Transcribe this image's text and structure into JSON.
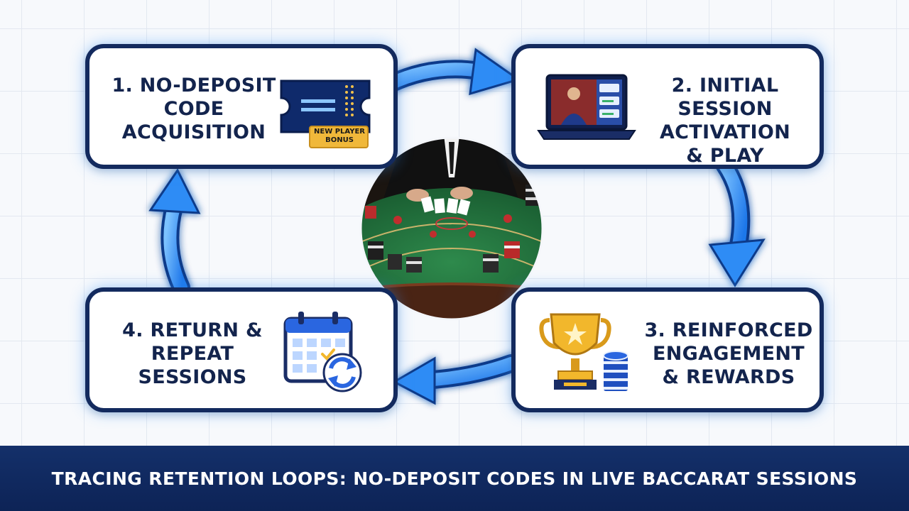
{
  "diagram": {
    "steps": [
      {
        "label": "1. NO-DEPOSIT\nCODE\nACQUISITION",
        "icon": "ticket-icon",
        "badge": "NEW PLAYER\nBONUS"
      },
      {
        "label": "2. INITIAL SESSION\nACTIVATION\n& PLAY",
        "icon": "laptop-live-dealer-icon"
      },
      {
        "label": "3. REINFORCED\nENGAGEMENT\n& REWARDS",
        "icon": "trophy-chips-icon"
      },
      {
        "label": "4. RETURN &\nREPEAT\nSESSIONS",
        "icon": "calendar-refresh-icon"
      }
    ],
    "center_image": "baccarat-table-image",
    "footer_title": "TRACING RETENTION LOOPS: NO-DEPOSIT CODES IN LIVE BACCARAT SESSIONS"
  },
  "colors": {
    "card_border": "#132a5e",
    "arrow_blue": "#2f8cf5",
    "footer_bg": "#0d2356",
    "table_felt": "#1f6b3a"
  }
}
